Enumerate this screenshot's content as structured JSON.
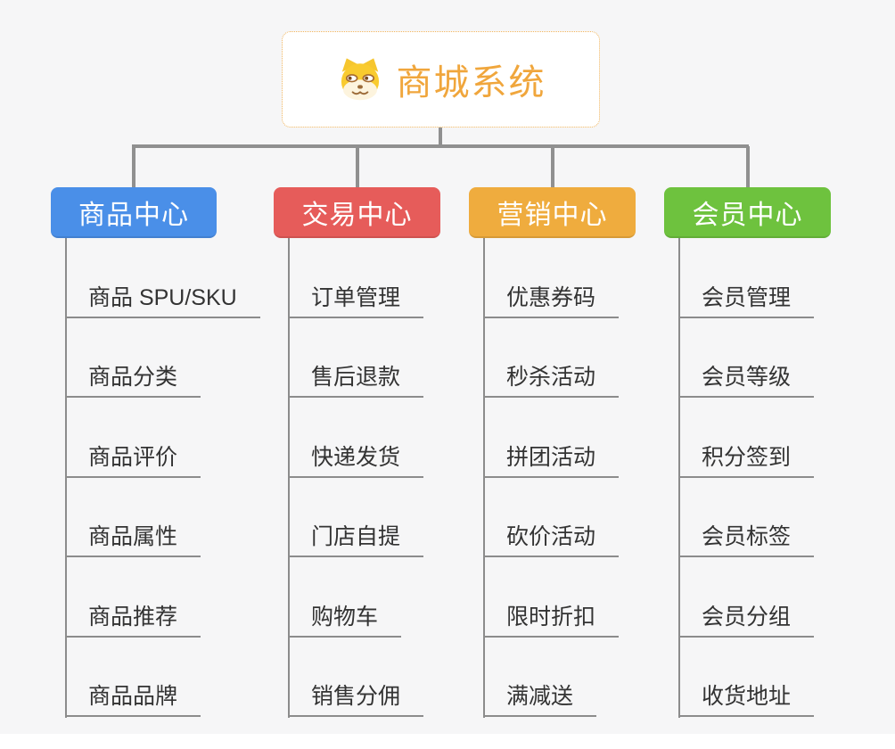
{
  "root": {
    "title": "商城系统",
    "icon": "doge-icon",
    "border_color": "#F0B45C",
    "text_color": "#F0A63C"
  },
  "connector_color": "#909090",
  "underline_color": "#8C8C8C",
  "leaf_text_color": "#333333",
  "background_color": "#F6F6F7",
  "branches": [
    {
      "id": "product-center",
      "label": "商品中心",
      "color": "#4A8FE8",
      "children": [
        "商品 SPU/SKU",
        "商品分类",
        "商品评价",
        "商品属性",
        "商品推荐",
        "商品品牌"
      ]
    },
    {
      "id": "trade-center",
      "label": "交易中心",
      "color": "#E65C5A",
      "children": [
        "订单管理",
        "售后退款",
        "快递发货",
        "门店自提",
        "购物车",
        "销售分佣"
      ]
    },
    {
      "id": "marketing-center",
      "label": "营销中心",
      "color": "#EFAC3E",
      "children": [
        "优惠券码",
        "秒杀活动",
        "拼团活动",
        "砍价活动",
        "限时折扣",
        "满减送"
      ]
    },
    {
      "id": "member-center",
      "label": "会员中心",
      "color": "#6EC23E",
      "children": [
        "会员管理",
        "会员等级",
        "积分签到",
        "会员标签",
        "会员分组",
        "收货地址"
      ]
    }
  ]
}
